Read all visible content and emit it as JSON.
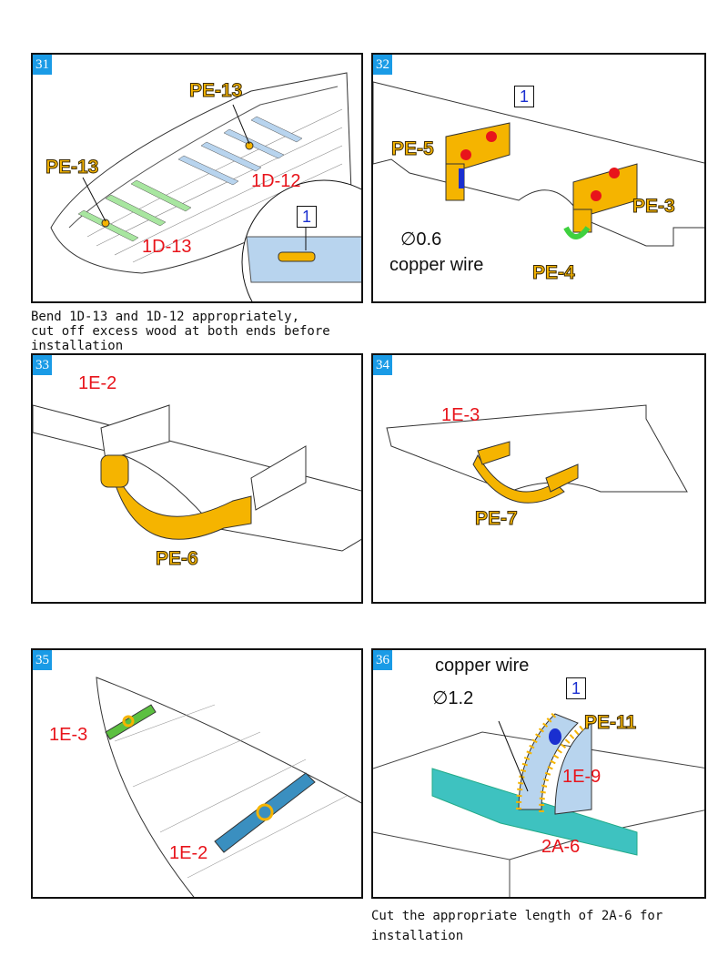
{
  "steps": [
    {
      "number": "31",
      "labels": {
        "pe13_top": "PE-13",
        "pe13_left": "PE-13",
        "d12": "1D-12",
        "d13": "1D-13",
        "box": "1"
      },
      "caption": "Bend 1D-13 and 1D-12 appropriately,\ncut off excess wood at both ends before\ninstallation"
    },
    {
      "number": "32",
      "labels": {
        "pe5": "PE-5",
        "pe3": "PE-3",
        "pe4": "PE-4",
        "box": "1",
        "diameter": "∅0.6",
        "wire": "copper wire"
      }
    },
    {
      "number": "33",
      "labels": {
        "e2": "1E-2",
        "pe6": "PE-6"
      }
    },
    {
      "number": "34",
      "labels": {
        "e3": "1E-3",
        "pe7": "PE-7"
      }
    },
    {
      "number": "35",
      "labels": {
        "e3": "1E-3",
        "e2": "1E-2"
      }
    },
    {
      "number": "36",
      "labels": {
        "wire": "copper wire",
        "diameter": "∅1.2",
        "box": "1",
        "pe11": "PE-11",
        "e9": "1E-9",
        "a6": "2A-6"
      },
      "caption": "Cut the appropriate length of 2A-6 for\ninstallation"
    }
  ],
  "colors": {
    "step_badge": "#1a9be6",
    "pe_part": "#f5b400",
    "part_label": "#e8141b"
  }
}
